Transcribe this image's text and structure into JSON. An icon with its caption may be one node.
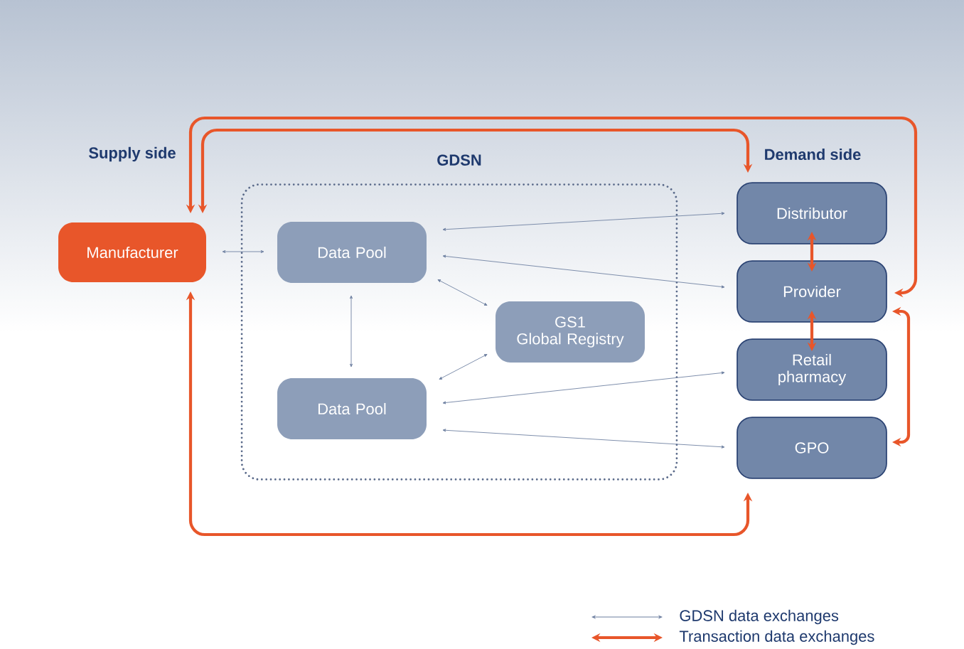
{
  "diagram": {
    "nodes": [
      {
        "text": [
          "GDSN"
        ]
      },
      {
        "text": [
          "Manufacturer"
        ]
      },
      {
        "text": [
          "Data Pool"
        ],
        "in": 0
      },
      {
        "text": [
          "GS1 Global Registry"
        ],
        "in": 0
      },
      {
        "text": [
          "Data Pool"
        ],
        "in": 0
      },
      {
        "text": [
          "Distributor"
        ]
      },
      {
        "text": [
          "Provider"
        ]
      },
      {
        "text": [
          "Retail pharmacy"
        ]
      },
      {
        "text": [
          "GPO"
        ]
      }
    ],
    "edges": [
      {
        "from": 1,
        "to": 2,
        "arrow": "both"
      },
      {
        "from": 2,
        "to": 5,
        "arrow": "both"
      },
      {
        "from": 2,
        "to": 6,
        "arrow": "both"
      },
      {
        "from": 2,
        "to": 3,
        "arrow": "both"
      },
      {
        "from": 2,
        "to": 4,
        "arrow": "both"
      },
      {
        "from": 4,
        "to": 3,
        "arrow": "both"
      },
      {
        "from": 4,
        "to": 7,
        "arrow": "both"
      },
      {
        "from": 4,
        "to": 8,
        "arrow": "both"
      },
      {
        "from": 1,
        "to": 6,
        "arrow": "both",
        "style": "thick",
        "color": "#e8562a"
      },
      {
        "from": 1,
        "to": 5,
        "arrow": "both",
        "style": "thick",
        "color": "#e8562a"
      },
      {
        "from": 1,
        "to": 8,
        "arrow": "both",
        "style": "thick",
        "color": "#e8562a"
      },
      {
        "from": 5,
        "to": 6,
        "arrow": "both",
        "style": "thick",
        "color": "#e8562a"
      },
      {
        "from": 6,
        "to": 7,
        "arrow": "both",
        "style": "thick",
        "color": "#e8562a"
      },
      {
        "from": 6,
        "to": 8,
        "arrow": "both",
        "style": "thick",
        "color": "#e8562a"
      }
    ],
    "labels": [
      "Supply side",
      "Demand side"
    ],
    "legend": [
      {
        "text": "GDSN data exchanges"
      },
      {
        "text": "Transaction data exchanges"
      }
    ]
  }
}
